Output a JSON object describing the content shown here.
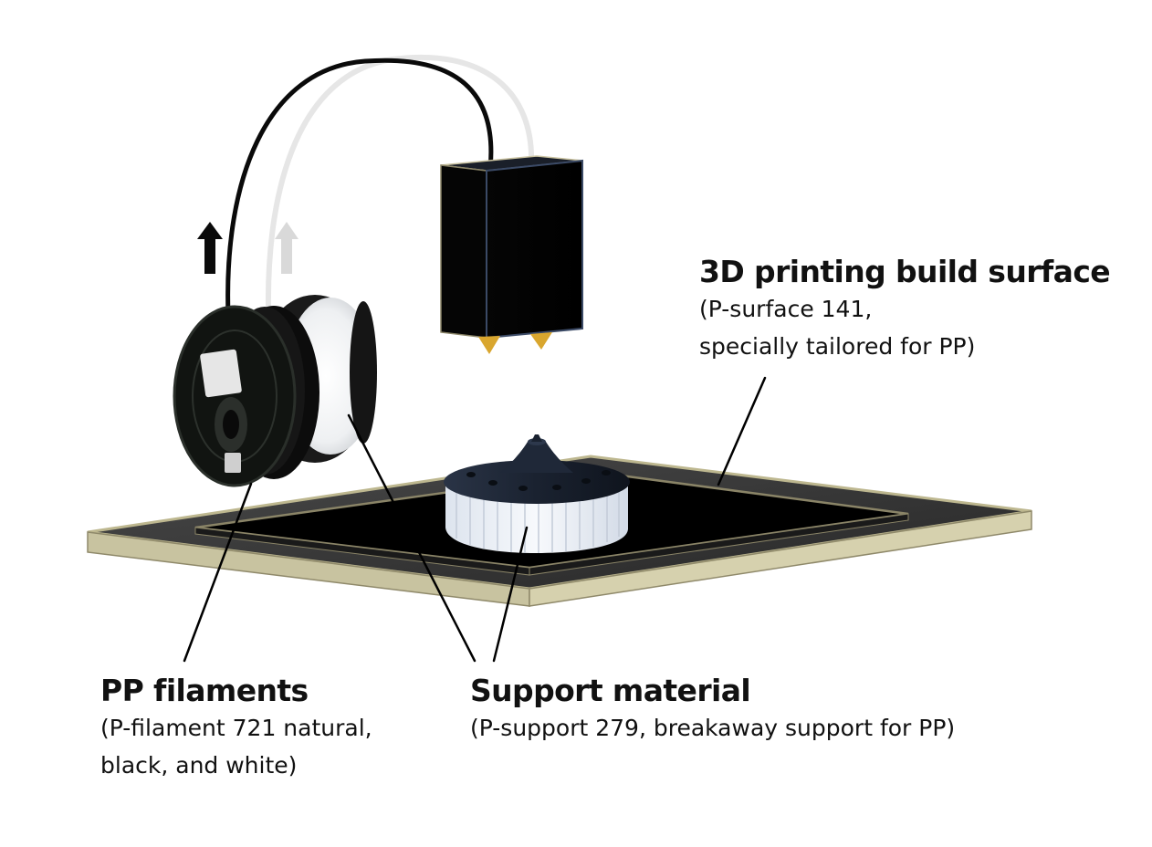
{
  "labels": {
    "build_surface": {
      "title": "3D printing build surface",
      "detail_line1": "(P-surface 141,",
      "detail_line2": "specially tailored for PP)"
    },
    "filaments": {
      "title": "PP filaments",
      "detail_line1": "(P-filament 721 natural,",
      "detail_line2": "black, and white)"
    },
    "support": {
      "title": "Support material",
      "detail_line1": "(P-support 279, breakaway support for PP)"
    }
  },
  "colors": {
    "filament_black": "#0a0a0a",
    "filament_white": "#f2f2f2",
    "filament_arrow_light": "#d9d9d9",
    "print_head": "#000000",
    "print_head_edge": "#3b4a66",
    "nozzle": "#d9a62e",
    "build_plate_top": "#2e2e2e",
    "build_plate_edge": "#c8c3a0",
    "build_surface": "#000000",
    "build_surface_rim": "#8a8467",
    "printed_part": "#1c2533",
    "support_material": "#eef2f7",
    "leader_line": "#000000"
  },
  "icons": {
    "feed_arrow_black": "arrow-up-icon",
    "feed_arrow_light": "arrow-up-icon"
  }
}
